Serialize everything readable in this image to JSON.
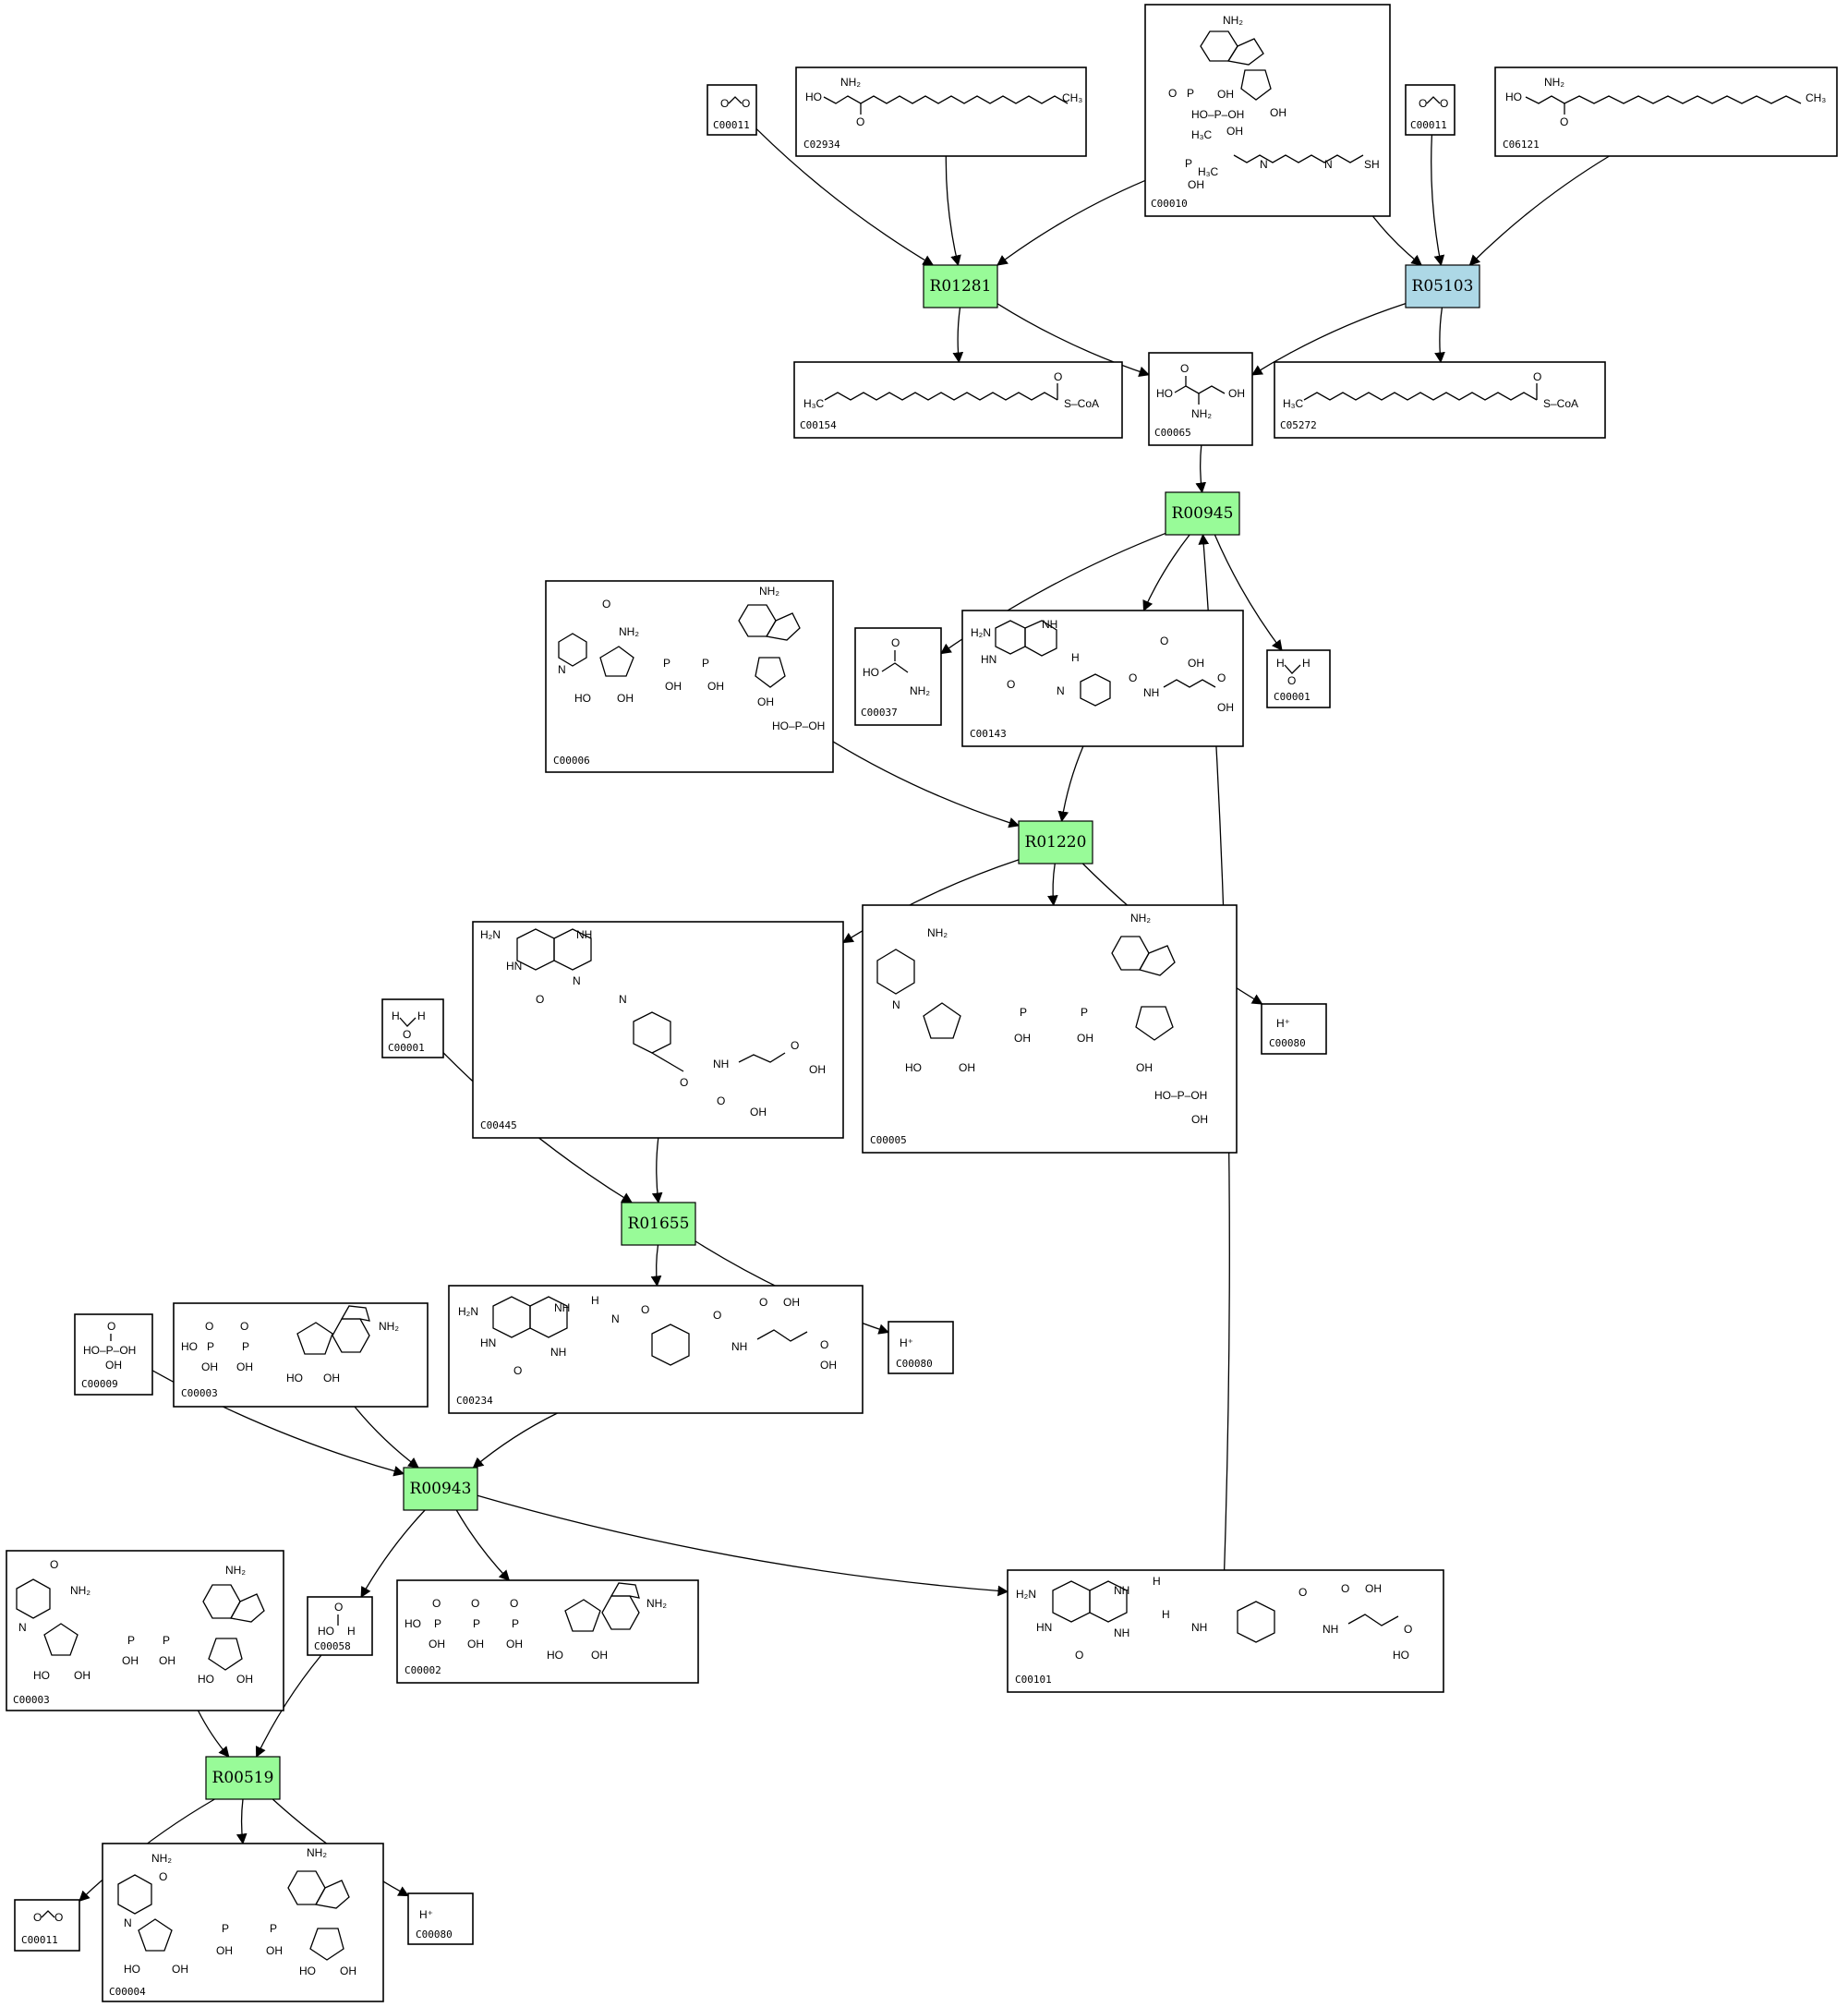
{
  "colors": {
    "reaction_default": "#98fb98",
    "reaction_highlight": "#add8e6",
    "edge": "#000000",
    "box_border": "#000000"
  },
  "reactions": [
    {
      "id": "r1",
      "label": "R01281",
      "color": "#98fb98"
    },
    {
      "id": "r2",
      "label": "R05103",
      "color": "#add8e6"
    },
    {
      "id": "r3",
      "label": "R00945",
      "color": "#98fb98"
    },
    {
      "id": "r4",
      "label": "R01220",
      "color": "#98fb98"
    },
    {
      "id": "r5",
      "label": "R01655",
      "color": "#98fb98"
    },
    {
      "id": "r6",
      "label": "R00943",
      "color": "#98fb98"
    },
    {
      "id": "r7",
      "label": "R00519",
      "color": "#98fb98"
    }
  ],
  "compounds": [
    {
      "id": "c1",
      "label": "C00011",
      "icon": "co2-structure"
    },
    {
      "id": "c2",
      "label": "C02934",
      "icon": "3-dehydrosphinganine-structure"
    },
    {
      "id": "c3",
      "label": "C00010",
      "icon": "coa-structure"
    },
    {
      "id": "c4",
      "label": "C00011",
      "icon": "co2-structure"
    },
    {
      "id": "c5",
      "label": "C06121",
      "icon": "3-dehydrosphingosine-structure"
    },
    {
      "id": "c6",
      "label": "C00154",
      "icon": "palmitoyl-coa-structure"
    },
    {
      "id": "c7",
      "label": "C00065",
      "icon": "serine-structure"
    },
    {
      "id": "c8",
      "label": "C05272",
      "icon": "hexadecenoyl-coa-structure"
    },
    {
      "id": "c9",
      "label": "C00006",
      "icon": "nadp-structure"
    },
    {
      "id": "c10",
      "label": "C00037",
      "icon": "glycine-structure"
    },
    {
      "id": "c11",
      "label": "C00143",
      "icon": "methylene-thf-structure"
    },
    {
      "id": "c12",
      "label": "C00001",
      "icon": "water-structure"
    },
    {
      "id": "c13",
      "label": "C00445",
      "icon": "methenyl-thf-structure"
    },
    {
      "id": "c14",
      "label": "C00005",
      "icon": "nadph-structure"
    },
    {
      "id": "c15",
      "label": "C00080",
      "icon": "proton-structure"
    },
    {
      "id": "c16",
      "label": "C00001",
      "icon": "water-structure"
    },
    {
      "id": "c17",
      "label": "C00234",
      "icon": "formyl-thf-structure"
    },
    {
      "id": "c18",
      "label": "C00080",
      "icon": "proton-structure"
    },
    {
      "id": "c19",
      "label": "C00009",
      "icon": "phosphate-structure"
    },
    {
      "id": "c20",
      "label": "C00003",
      "icon": "adp-structure"
    },
    {
      "id": "c21",
      "label": "C00003",
      "icon": "nad-structure"
    },
    {
      "id": "c22",
      "label": "C00058",
      "icon": "formate-structure"
    },
    {
      "id": "c23",
      "label": "C00002",
      "icon": "atp-structure"
    },
    {
      "id": "c24",
      "label": "C00101",
      "icon": "thf-structure"
    },
    {
      "id": "c25",
      "label": "C00011",
      "icon": "co2-structure"
    },
    {
      "id": "c26",
      "label": "C00004",
      "icon": "nadh-structure"
    },
    {
      "id": "c27",
      "label": "C00080",
      "icon": "proton-structure"
    }
  ],
  "edges": [
    {
      "from": "c1",
      "to": "r1"
    },
    {
      "from": "c2",
      "to": "r1"
    },
    {
      "from": "c3",
      "to": "r1"
    },
    {
      "from": "c3",
      "to": "r2"
    },
    {
      "from": "c4",
      "to": "r2"
    },
    {
      "from": "c5",
      "to": "r2"
    },
    {
      "from": "r1",
      "to": "c6"
    },
    {
      "from": "r1",
      "to": "c7"
    },
    {
      "from": "r2",
      "to": "c7"
    },
    {
      "from": "r2",
      "to": "c8"
    },
    {
      "from": "c7",
      "to": "r3"
    },
    {
      "from": "c24",
      "to": "r3"
    },
    {
      "from": "r3",
      "to": "c10"
    },
    {
      "from": "r3",
      "to": "c11"
    },
    {
      "from": "r3",
      "to": "c12"
    },
    {
      "from": "c9",
      "to": "r4"
    },
    {
      "from": "c11",
      "to": "r4"
    },
    {
      "from": "r4",
      "to": "c13"
    },
    {
      "from": "r4",
      "to": "c14"
    },
    {
      "from": "r4",
      "to": "c15"
    },
    {
      "from": "c13",
      "to": "r5"
    },
    {
      "from": "c16",
      "to": "r5"
    },
    {
      "from": "r5",
      "to": "c17"
    },
    {
      "from": "r5",
      "to": "c18"
    },
    {
      "from": "c19",
      "to": "r6"
    },
    {
      "from": "c20",
      "to": "r6"
    },
    {
      "from": "c17",
      "to": "r6"
    },
    {
      "from": "r6",
      "to": "c22"
    },
    {
      "from": "r6",
      "to": "c23"
    },
    {
      "from": "r6",
      "to": "c24"
    },
    {
      "from": "c21",
      "to": "r7"
    },
    {
      "from": "c22",
      "to": "r7"
    },
    {
      "from": "r7",
      "to": "c25"
    },
    {
      "from": "r7",
      "to": "c26"
    },
    {
      "from": "r7",
      "to": "c27"
    }
  ],
  "structure_text": {
    "nh2": "NH₂",
    "h2n": "H₂N",
    "oh": "OH",
    "ho": "HO",
    "ch3": "CH₃",
    "h3c": "H₃C",
    "scoa": "S–CoA",
    "sh": "SH",
    "o": "O",
    "p": "P",
    "n": "N",
    "nh": "NH",
    "hn": "HN",
    "h": "H",
    "hplus": "H⁺",
    "hop": "HO–P–OH"
  }
}
